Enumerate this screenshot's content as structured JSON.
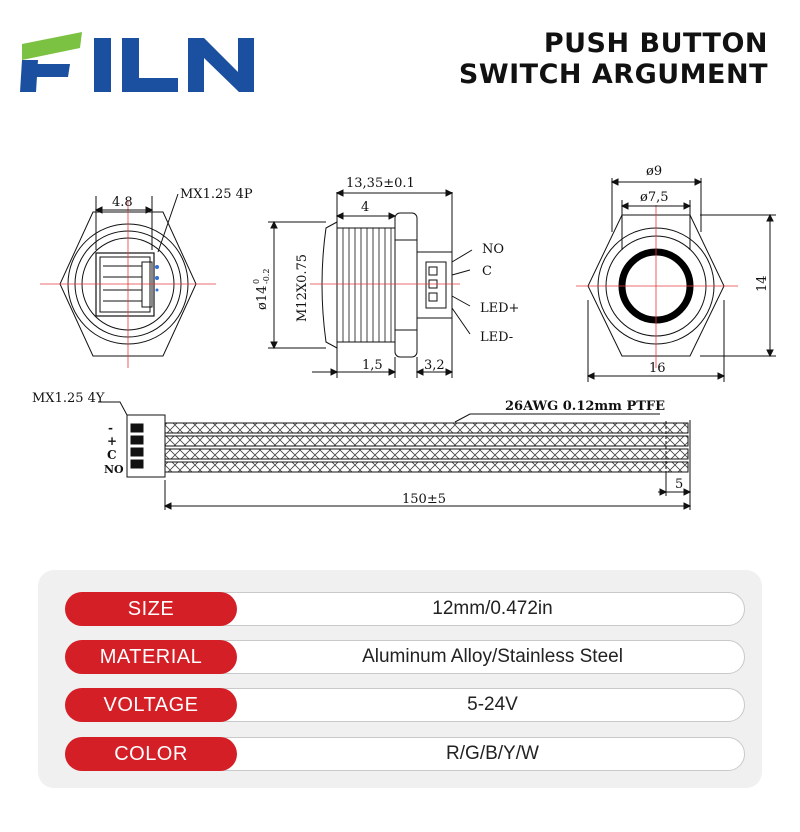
{
  "brand": {
    "logo_text": "FILN",
    "color_blue": "#1b4fa0",
    "color_green": "#7cc242"
  },
  "header": {
    "title_line1": "PUSH BUTTON",
    "title_line2": "SWITCH ARGUMENT"
  },
  "drawing": {
    "front_view": {
      "dim_width": "4.8",
      "connector": "MX1.25 4P"
    },
    "side_view": {
      "dim_length": "13,35±0.1",
      "dim_thread": "4",
      "dim_diameter_main": "ø14",
      "dim_diameter_sup": "0",
      "dim_diameter_sub": "-0.2",
      "thread_label": "M12X0.75",
      "dim_flange": "1,5",
      "dim_nut": "3,2",
      "pins": [
        "NO",
        "C",
        "LED+",
        "LED-"
      ]
    },
    "rear_view": {
      "dim_outer": "ø9",
      "dim_inner": "ø7,5",
      "dim_height": "14",
      "dim_width": "16"
    },
    "cable": {
      "connector": "MX1.25 4Y",
      "wire_spec": "26AWG 0.12mm PTFE",
      "pins": [
        "-",
        "+",
        "C",
        "NO"
      ],
      "dim_length": "150±5",
      "dim_strip": "5"
    }
  },
  "specs": [
    {
      "label": "SIZE",
      "value": "12mm/0.472in"
    },
    {
      "label": "MATERIAL",
      "value": "Aluminum Alloy/Stainless Steel"
    },
    {
      "label": "VOLTAGE",
      "value": "5-24V"
    },
    {
      "label": "COLOR",
      "value": "R/G/B/Y/W"
    }
  ],
  "colors": {
    "label_red": "#d51f27",
    "panel_gray": "#f0f0f0"
  }
}
